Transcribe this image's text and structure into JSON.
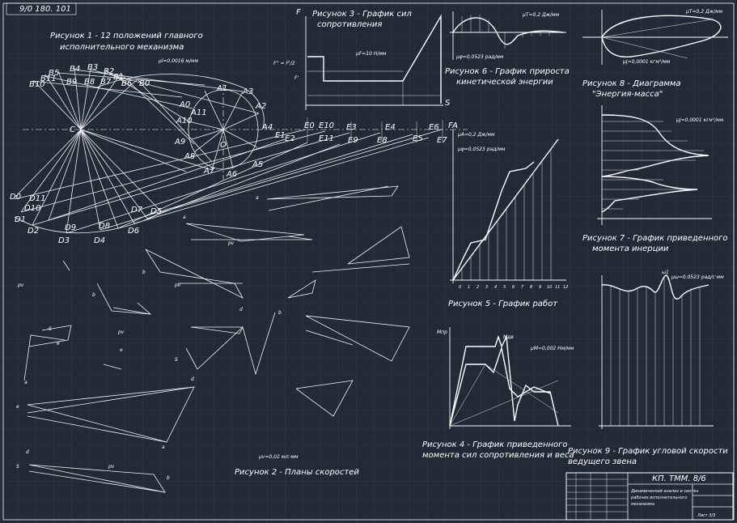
{
  "sheet_code": "9/0 180. 101",
  "figures": {
    "fig1": {
      "caption_l1": "Рисунок 1 - 12 положений главного",
      "caption_l2": "исполнительного механизма",
      "scale": "μl=0,0016 м/мм"
    },
    "fig2": {
      "caption": "Рисунок 2 - Планы скоростей",
      "scale": "μv=0,02 м/с·мм"
    },
    "fig3": {
      "caption_l1": "Рисунок 3 - График сил",
      "caption_l2": "сопротивления",
      "scale": "μF=10 Н/мм",
      "axis_f": "F",
      "axis_s": "S",
      "f_labels": [
        "F'' = F'/2",
        "F'"
      ]
    },
    "fig4": {
      "caption_l1": "Рисунок 4 - График приведенного",
      "caption_l2": "момента сил сопротивления и веса",
      "label_m": "Mпр",
      "label_mdv": "Mдв",
      "scale": "μM=0,002 Нм/мм"
    },
    "fig5": {
      "caption": "Рисунок 5 - График работ",
      "scale1": "μA=0,2 Дж/мм",
      "scale2": "μφ=0,0523 рад/мм"
    },
    "fig6": {
      "caption_l1": "Рисунок 6 - График прироста",
      "caption_l2": "кинетической энергии",
      "scale1": "μT=0,2 Дж/мм",
      "scale2": "μφ=0,0523 рад/мм"
    },
    "fig7": {
      "caption_l1": "Рисунок 7 - График приведенного",
      "caption_l2": "момента инерции",
      "scale": "μJ=0,0001 кгм²/мм"
    },
    "fig8": {
      "caption_l1": "Рисунок 8 - Диаграмма",
      "caption_l2": "\"Энергия-масса\"",
      "scale1": "μT=0,2 Дж/мм",
      "scale2": "μJ=0,0001 кгм²/мм"
    },
    "fig9": {
      "caption_l1": "Рисунок 9 - График угловой скорости",
      "caption_l2": "ведущего звена",
      "scale": "μω=0,0523 рад/с·мм",
      "mark": "ω1"
    }
  },
  "phi_ticks": [
    "0",
    "1",
    "2",
    "3",
    "4",
    "5",
    "6",
    "7",
    "8",
    "9",
    "10",
    "11",
    "12"
  ],
  "mechanism": {
    "pole": "C",
    "b_points": [
      "B5",
      "B4",
      "B3",
      "B2",
      "B1",
      "B0",
      "B11",
      "B10",
      "B9",
      "B8",
      "B7",
      "B6"
    ],
    "a_points": [
      "A0",
      "A1",
      "A2",
      "A3",
      "A4",
      "A5",
      "A6",
      "A7",
      "A8",
      "A9",
      "A10",
      "A11"
    ],
    "d_points": [
      "D4",
      "D3",
      "D2",
      "D1",
      "D0",
      "D11",
      "D10",
      "D9",
      "D8",
      "D7",
      "D6",
      "D5"
    ],
    "e_points": [
      "E0",
      "E1",
      "E2",
      "E3",
      "E4",
      "E5",
      "E6",
      "E7",
      "E8",
      "E9",
      "E10",
      "E11"
    ],
    "o_label": "O",
    "f_label": "FA"
  },
  "velocity_labels": {
    "p": "pv",
    "a": "a",
    "b": "b",
    "d": "d",
    "e": "e",
    "s": "S"
  },
  "title_block": {
    "code": "КП. ТММ. 8/6",
    "desc1": "Динамический анализ и синтез",
    "desc2": "рабочих исполнительного",
    "desc3": "механизма",
    "sheet": "Лист 3/3"
  }
}
